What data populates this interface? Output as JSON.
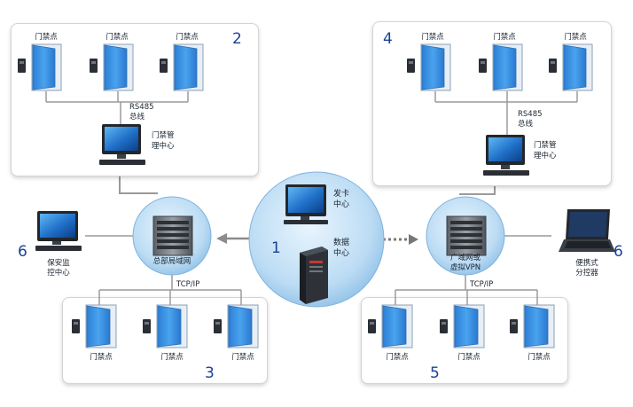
{
  "colors": {
    "accent_blue": "#1c3f97",
    "door_blue": "#3a8de0",
    "circle_fill": "#b8d9f3",
    "line_gray": "#9a9a9a"
  },
  "center": {
    "number": "1",
    "issuing_label_1": "发卡",
    "issuing_label_2": "中心",
    "data_label_1": "数据",
    "data_label_2": "中心"
  },
  "panel_top_left": {
    "number": "2",
    "doors": [
      "门禁点",
      "门禁点",
      "门禁点"
    ],
    "bus_label_1": "RS485",
    "bus_label_2": "总线",
    "mgmt_label_1": "门禁管",
    "mgmt_label_2": "理中心"
  },
  "panel_top_right": {
    "number": "4",
    "doors": [
      "门禁点",
      "门禁点",
      "门禁点"
    ],
    "bus_label_1": "RS485",
    "bus_label_2": "总线",
    "mgmt_label_1": "门禁管",
    "mgmt_label_2": "理中心"
  },
  "hub_left": {
    "label": "总部局域网"
  },
  "hub_right": {
    "label_1": "广域网或",
    "label_2": "虚拟VPN"
  },
  "panel_bottom_left": {
    "number": "3",
    "protocol": "TCP/IP",
    "doors": [
      "门禁点",
      "门禁点",
      "门禁点"
    ]
  },
  "panel_bottom_right": {
    "number": "5",
    "protocol": "TCP/IP",
    "doors": [
      "门禁点",
      "门禁点",
      "门禁点"
    ]
  },
  "security_center": {
    "number": "6",
    "label_1": "保安监",
    "label_2": "控中心"
  },
  "portable": {
    "number": "6",
    "label_1": "便携式",
    "label_2": "分控器"
  }
}
